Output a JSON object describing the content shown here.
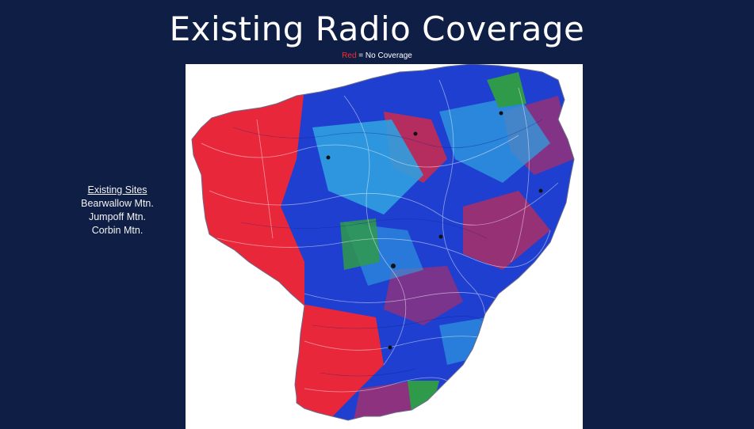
{
  "slide": {
    "title": "Existing Radio Coverage",
    "legend": {
      "red_word": "Red",
      "rest": " = No Coverage"
    },
    "sites": {
      "heading": "Existing Sites",
      "items": [
        "Bearwallow Mtn.",
        "Jumpoff Mtn.",
        "Corbin Mtn."
      ]
    }
  },
  "colors": {
    "background": "#0f1e45",
    "no_coverage": "#e8283a",
    "coverage_blue": "#1f3fd0",
    "coverage_light_blue": "#2fa0e0",
    "coverage_green": "#2f9a4a"
  }
}
